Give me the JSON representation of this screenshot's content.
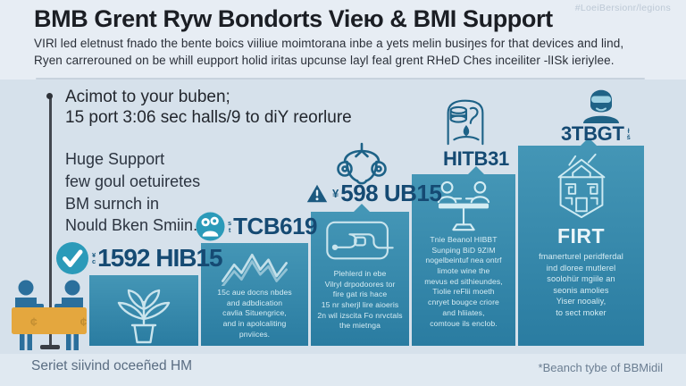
{
  "header": {
    "watermark": "#LoeiBersionr/legions",
    "title": "BMB Grent Ryw Bondorts Vieю & BMI Support",
    "subtitle_line1": "VIRl led eletnust fnado the bente boics viiliue moimtorana inbe a yets melin busiŋes for that devices and lind,",
    "subtitle_line2": "Ryen carrerouned on be whill eupport holid iritas upcunse layl feal grent RHeD Ches inceiliter -lISk ieriylee."
  },
  "left_panel": {
    "line1": "Acimot to your buben;",
    "line2": "15 port 3:06 sec halls/9 to diY reorlure",
    "paragraph": "Huge Support\nfew goul oetuiretes\nBM surnch in\nNould Bken Smiin."
  },
  "steps": [
    {
      "prefix": "¥\nc",
      "label": "1592 HIB15",
      "badge_icon": "check-circle",
      "body_icon": "plant",
      "body_text": ""
    },
    {
      "prefix": "s\nt",
      "label": "TCB619",
      "badge_icon": "headset-circle",
      "body_icon": "mountain-chart",
      "body_text": "15c aue docns nbdes\nand adbdication\ncavlia Situengrice,\nand in apolcaliting\npnviices."
    },
    {
      "prefix": "¥",
      "label": "598 UB15",
      "badge_icon": "warning-robot",
      "body_icon": "route-map",
      "body_text": "Plehlerd in ebe\nVilryl drpodoores tor\nfire gat ris hace\n15 nr sherjl lire aioeris\n2n wil izscita Fo nrvctals\nthe mietnga"
    },
    {
      "label": "HITB31",
      "badge_icon": "server-pour",
      "body_icon": "meeting-table",
      "body_text": "Tnie Beanol HIBBT\nSunping BiD 9ZIM\nnogelbeintuf nea ontrf\nlimote wine the\nmevus ed sithieundes,\nTiolie reFlii moeth\ncnryet bougce criore\nand hliiates,\ncomtoue ils enclob."
    },
    {
      "label": "3TBGT",
      "suffix": "ł\nš",
      "badge_icon": "avatar-shades",
      "body_icon": "maze-house",
      "body_heading": "FIRT",
      "body_text": "fmanerturel peridferdal\nind dloree mutlerel\nsoolohür mgiile an\nseonis amolies\nYiser nooaliy,\nto sect moker"
    }
  ],
  "banner": {
    "marks": "¢ ¢"
  },
  "footer": {
    "left": "Seriet siivind oceeñed HM",
    "right": "*Beanch tybe of BBMidil"
  },
  "colors": {
    "background": "#d6e1eb",
    "header_band": "#e7edf4",
    "bar_teal_top": "#4496b6",
    "bar_teal_bottom": "#2a7ca1",
    "label_navy": "#154a73",
    "badge_teal": "#2b9ab9",
    "banner_orange": "#e4a73e",
    "people_blue": "#2b6f9c",
    "bar_body_text": "#d7edf4"
  }
}
